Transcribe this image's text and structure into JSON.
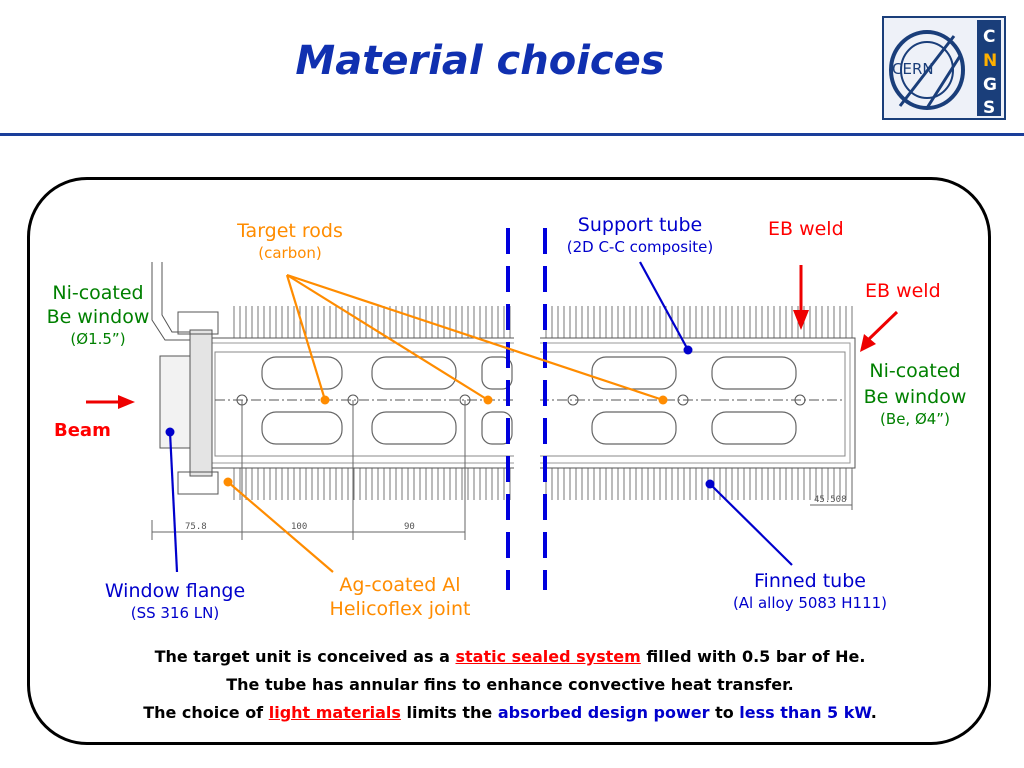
{
  "title": "Material choices",
  "logo": {
    "cern": "CERN",
    "letters": [
      "C",
      "N",
      "G",
      "S"
    ]
  },
  "labels": {
    "target_rods": "Target rods",
    "target_rods_sub": "(carbon)",
    "support_tube": "Support tube",
    "support_tube_sub": "(2D C-C composite)",
    "eb_weld_top": "EB weld",
    "eb_weld_right": "EB weld",
    "ni_left_1": "Ni-coated",
    "ni_left_2": "Be window",
    "ni_left_3": "(Ø1.5”)",
    "ni_right_1": "Ni-coated",
    "ni_right_2": "Be window",
    "ni_right_3": "(Be, Ø4”)",
    "beam": "Beam",
    "window_flange": "Window flange",
    "window_flange_sub": "(SS 316 LN)",
    "helicoflex_1": "Ag-coated Al",
    "helicoflex_2": "Helicoflex joint",
    "finned_tube": "Finned tube",
    "finned_tube_sub": "(Al alloy 5083 H111)"
  },
  "dimensions": {
    "d1": "75.8",
    "d2": "100",
    "d3": "90",
    "d4": "45.508"
  },
  "notes": {
    "line1_a": "The target unit is conceived as a ",
    "line1_u": "static sealed system",
    "line1_b": " filled with 0.5 bar of He.",
    "line2": "The tube has annular fins to enhance convective heat transfer.",
    "line3_a": "The choice of ",
    "line3_u": "light materials",
    "line3_b": " limits the ",
    "line3_c": "absorbed design power",
    "line3_d": " to ",
    "line3_e": "less than 5 kW",
    "line3_f": "."
  },
  "colors": {
    "title": "#1030b0",
    "orange": "#ff8c00",
    "blue": "#0000cc",
    "green": "#008000",
    "red": "#ff0000"
  }
}
